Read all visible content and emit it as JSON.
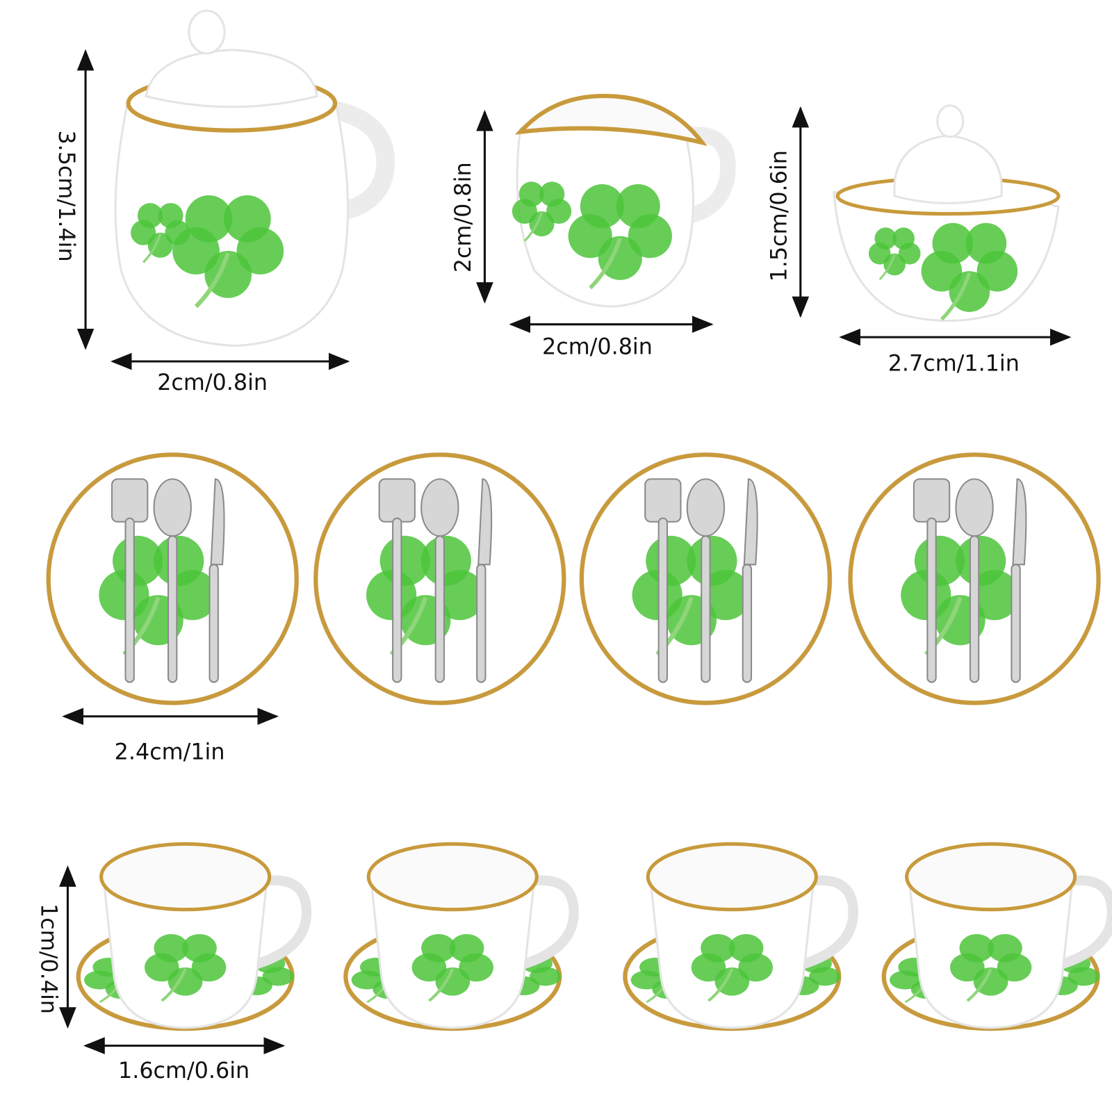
{
  "colors": {
    "background": "#ffffff",
    "porcelain": "#ffffff",
    "gold_rim": "#c89a3c",
    "clover_green": "#4cc43a",
    "silver": "#d6d6d6"
  },
  "dimensions": {
    "teapot": {
      "height": "3.5cm/1.4in",
      "width": "2cm/0.8in"
    },
    "creamer": {
      "height": "2cm/0.8in",
      "width": "2cm/0.8in"
    },
    "sugar_bowl": {
      "height": "1.5cm/0.6in",
      "width": "2.7cm/1.1in"
    },
    "plate": {
      "width": "2.4cm/1in"
    },
    "cup": {
      "height": "1cm/0.4in",
      "width": "1.6cm/0.6in"
    }
  }
}
